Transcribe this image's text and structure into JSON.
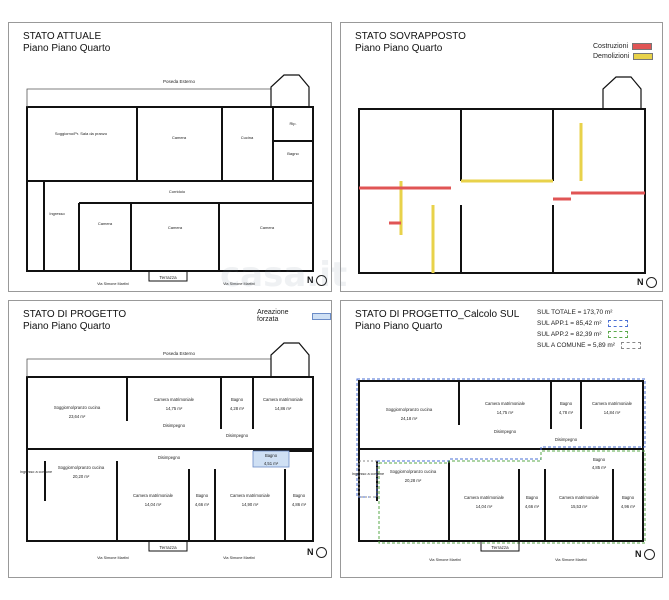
{
  "panels": [
    {
      "id": "p1",
      "title": "STATO ATTUALE",
      "subtitle": "Piano Piano Quarto",
      "balcony": "Poseda Esterno",
      "terrace": "Terrazza",
      "street": "Via Simone Martini",
      "north": "N",
      "rooms": [
        "Soggiorno/Pr. Sala da pranzo",
        "Camera",
        "Cucina",
        "Rip.",
        "Bagno",
        "Corridoio",
        "Ingresso",
        "Camera",
        "Camera",
        "Camera"
      ]
    },
    {
      "id": "p2",
      "title": "STATO SOVRAPPOSTO",
      "subtitle": "Piano Piano Quarto",
      "north": "N",
      "legend": [
        {
          "label": "Costruzioni",
          "color": "#e05555"
        },
        {
          "label": "Demolizioni",
          "color": "#e8d24a"
        }
      ]
    },
    {
      "id": "p3",
      "title": "STATO DI PROGETTO",
      "subtitle": "Piano Piano Quarto",
      "badge": "Areazione forzata",
      "balcony": "Poseda Esterno",
      "terrace": "Terrazza",
      "street": "Via Simone Martini",
      "north": "N",
      "rooms": [
        {
          "name": "Soggiorno/pranzo cucina",
          "area": "23,64 m²"
        },
        {
          "name": "Camera matrimoniale",
          "area": "14,75 m²"
        },
        {
          "name": "Bagno",
          "area": "4,28 m²"
        },
        {
          "name": "Camera matrimoniale",
          "area": "14,86 m²"
        },
        {
          "name": "Disimpegno",
          "area": ""
        },
        {
          "name": "Disimpegno",
          "area": ""
        },
        {
          "name": "Bagno",
          "area": "4,51 m²"
        },
        {
          "name": "Ingresso a comune",
          "area": ""
        },
        {
          "name": "Soggiorno/pranzo cucina",
          "area": "20,20 m²"
        },
        {
          "name": "Camera matrimoniale",
          "area": "14,04 m²"
        },
        {
          "name": "Bagno",
          "area": "4,66 m²"
        },
        {
          "name": "Camera matrimoniale",
          "area": "14,90 m²"
        },
        {
          "name": "Bagno",
          "area": "4,86 m²"
        },
        {
          "name": "Disimpegno",
          "area": ""
        }
      ]
    },
    {
      "id": "p4",
      "title": "STATO DI PROGETTO_Calcolo SUL",
      "subtitle": "Piano Piano Quarto",
      "terrace": "Terrazza",
      "street": "Via Simone Martini",
      "north": "N",
      "sul": [
        {
          "label": "SUL TOTALE = 173,70 m²",
          "color": ""
        },
        {
          "label": "SUL APP.1 = 85,42 m²",
          "color": "#4a6fd4"
        },
        {
          "label": "SUL APP.2 = 82,39 m²",
          "color": "#5aa84a"
        },
        {
          "label": "SUL A COMUNE = 5,89 m²",
          "color": "#888888"
        }
      ],
      "rooms": [
        {
          "name": "Soggiorno/pranzo cucina",
          "area": "24,18 m²"
        },
        {
          "name": "Camera matrimoniale",
          "area": "14,75 m²"
        },
        {
          "name": "Bagno",
          "area": "4,78 m²"
        },
        {
          "name": "Camera matrimoniale",
          "area": "14,84 m²"
        },
        {
          "name": "Disimpegno",
          "area": ""
        },
        {
          "name": "Disimpegno",
          "area": ""
        },
        {
          "name": "Bagno",
          "area": "4,85 m²"
        },
        {
          "name": "Ingresso a comune",
          "area": ""
        },
        {
          "name": "Soggiorno/pranzo cucina",
          "area": "20,28 m²"
        },
        {
          "name": "Camera matrimoniale",
          "area": "14,04 m²"
        },
        {
          "name": "Bagno",
          "area": "4,66 m²"
        },
        {
          "name": "Camera matrimoniale",
          "area": "15,53 m²"
        },
        {
          "name": "Bagno",
          "area": "4,96 m²"
        }
      ]
    }
  ],
  "watermark": "casa.it"
}
